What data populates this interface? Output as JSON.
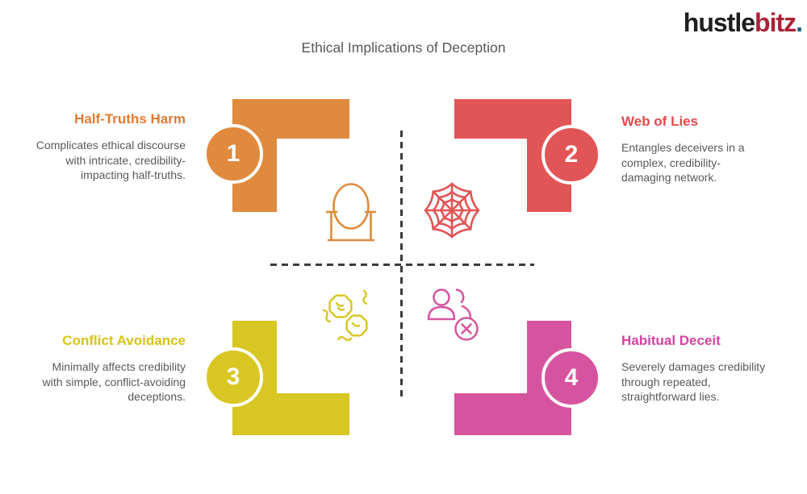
{
  "logo": {
    "part1": "hustle",
    "part2": "bitz",
    "part3": ".",
    "color_part1": "#1e1e1c",
    "color_part2": "#ad2038",
    "color_part3": "#15607a"
  },
  "title": "Ethical Implications of Deception",
  "divider_color": "#3b3b3b",
  "body_text_color": "#58595b",
  "quadrants": [
    {
      "number": "1",
      "heading": "Half-Truths Harm",
      "body": "Complicates ethical discourse with intricate, credibility-impacting half-truths.",
      "color": "#df8a3d",
      "heading_color": "#e07b33",
      "icon": "mirror-icon"
    },
    {
      "number": "2",
      "heading": "Web of Lies",
      "body": "Entangles deceivers in a complex, credibility-damaging network.",
      "color": "#e15556",
      "heading_color": "#e04a4b",
      "icon": "spider-web-icon"
    },
    {
      "number": "3",
      "heading": "Conflict Avoidance",
      "body": "Minimally affects credibility with simple, conflict-avoiding deceptions.",
      "color": "#d8c622",
      "heading_color": "#d7c214",
      "icon": "clasping-hands-icon"
    },
    {
      "number": "4",
      "heading": "Habitual Deceit",
      "body": "Severely damages credibility through repeated, straightforward lies.",
      "color": "#d6549f",
      "heading_color": "#d544a0",
      "icon": "person-excluded-icon"
    }
  ]
}
